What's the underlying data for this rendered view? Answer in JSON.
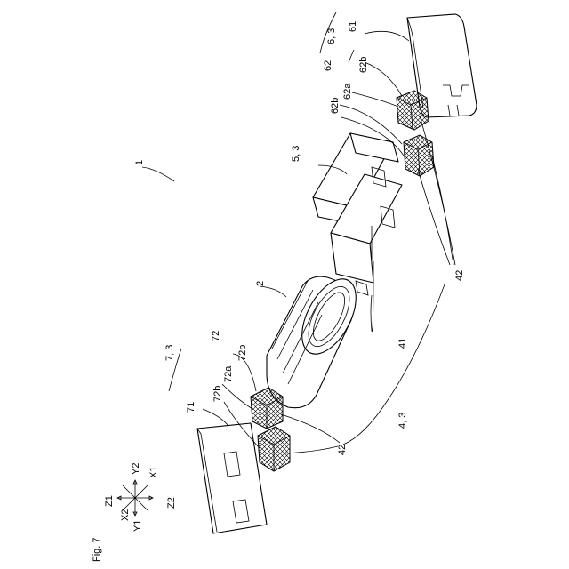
{
  "figure": {
    "title": "Fig. 7"
  },
  "labels": {
    "assembly": "1",
    "coil": "2",
    "core_assembly": "4, 3",
    "inner_core": "41",
    "gap_pads": "42",
    "upper_frame": "5, 3",
    "top_cover": "6, 3",
    "top_cover_body": "61",
    "top_clip": "62",
    "top_clip_a": "62a",
    "top_clip_b1": "62b",
    "top_clip_b2": "62b",
    "bottom_cover": "7, 3",
    "bottom_cover_body": "71",
    "bottom_clip": "72",
    "bottom_clip_a": "72a",
    "bottom_clip_b1": "72b",
    "bottom_clip_b2": "72b"
  },
  "axes": {
    "x1": "X1",
    "x2": "X2",
    "y1": "Y1",
    "y2": "Y2",
    "z1": "Z1",
    "z2": "Z2"
  }
}
